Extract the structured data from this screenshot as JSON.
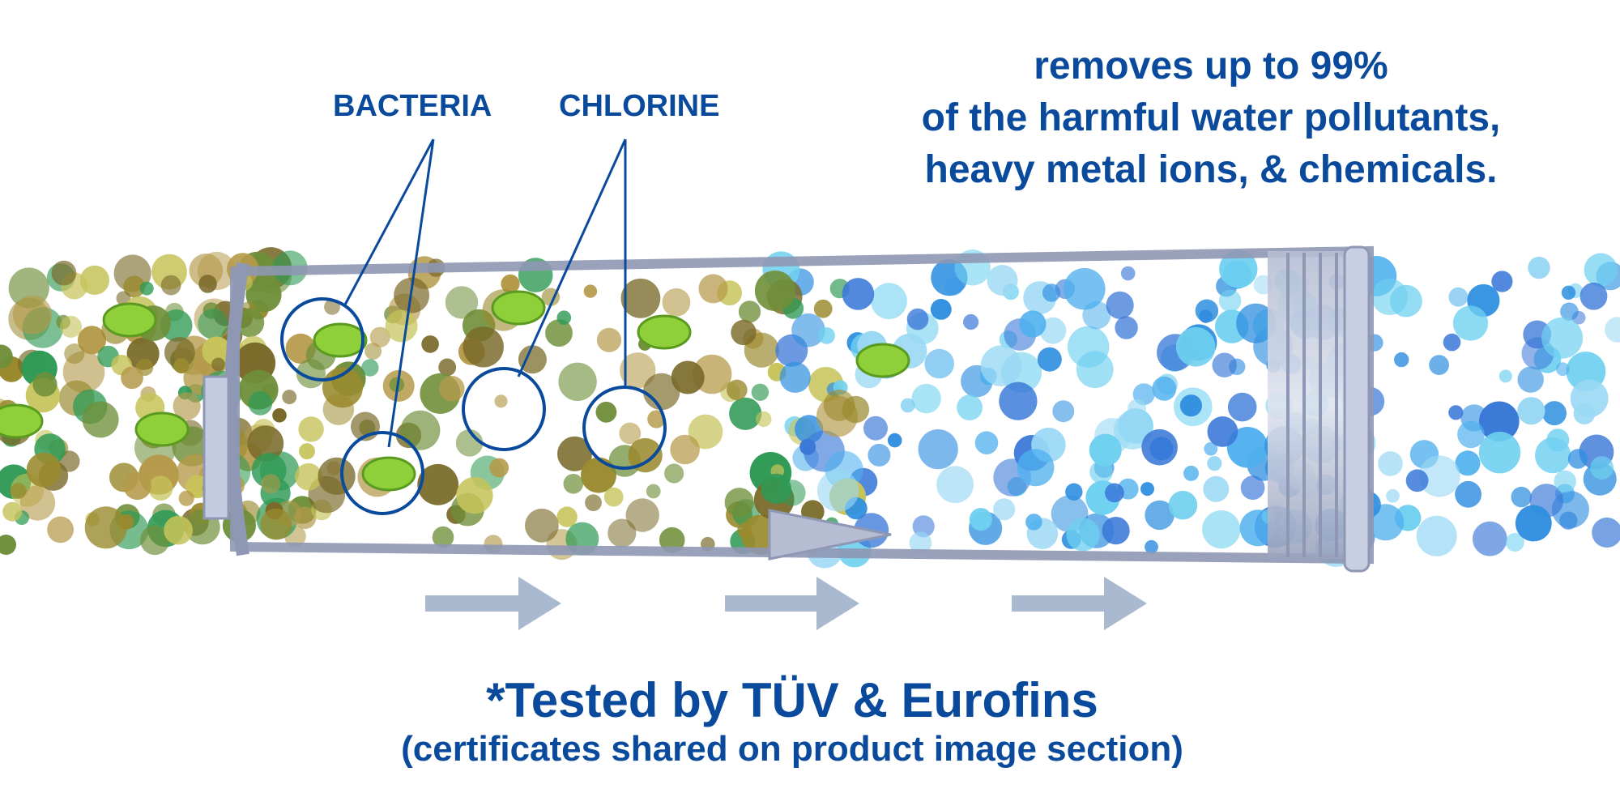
{
  "headline": {
    "line1": "removes up to 99%",
    "line2": "of the harmful water pollutants,",
    "line3": "heavy metal ions, & chemicals."
  },
  "labels": {
    "bacteria": "BACTERIA",
    "chlorine": "CHLORINE"
  },
  "footer": {
    "tested": "*Tested by TÜV & Eurofins",
    "certificates": "(certificates shared on product image section)"
  },
  "colors": {
    "text": "#0a4a9c",
    "arrow": "#a9b9cf",
    "contaminated": [
      "#9a8a2e",
      "#6f8f3a",
      "#2f9a55",
      "#b59a4a",
      "#c6c35a",
      "#7a6a2a"
    ],
    "clean": [
      "#2f8fe0",
      "#4fb0ee",
      "#6fd0f0",
      "#3a78d8",
      "#9ad8f4"
    ]
  }
}
